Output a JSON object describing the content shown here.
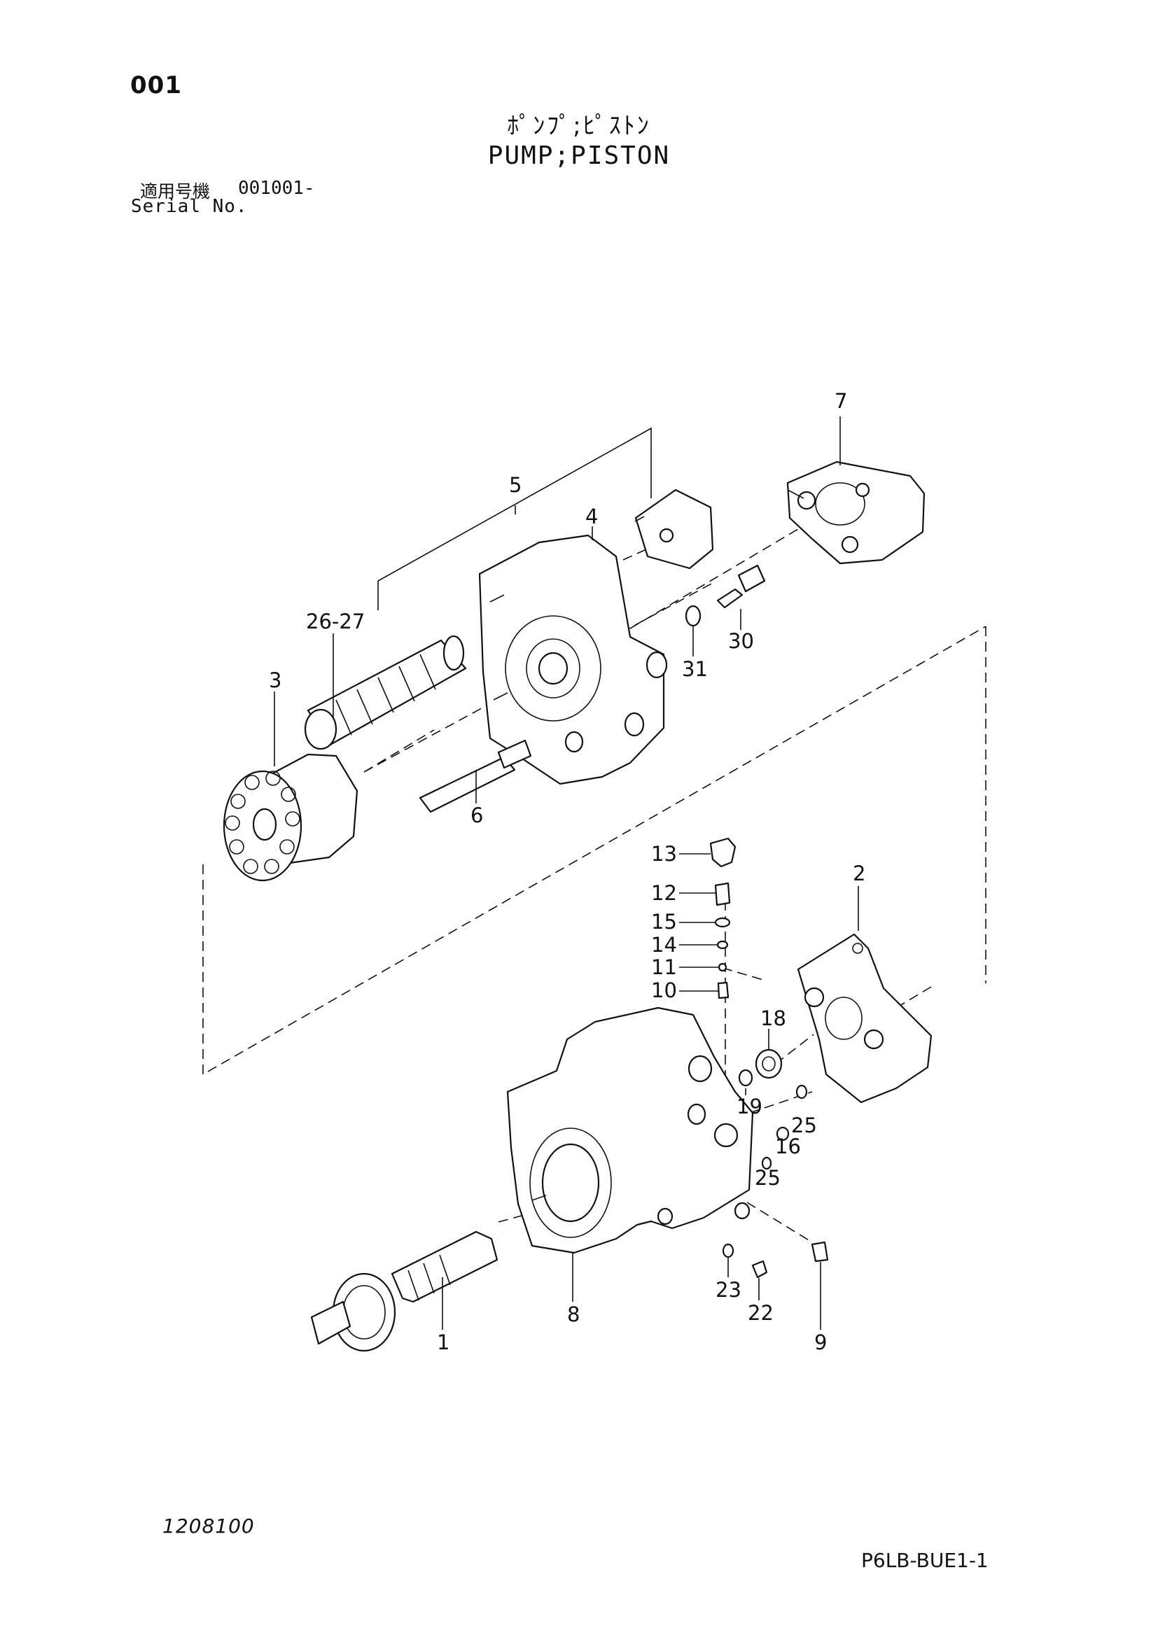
{
  "header": {
    "page_number": "001",
    "title_jp": "ﾎﾟﾝﾌﾟ;ﾋﾟｽﾄﾝ",
    "title_en": "PUMP;PISTON",
    "serial_label_jp": "適用号機",
    "serial_value": "001001-",
    "serial_label_en": "Serial No."
  },
  "callouts": [
    "1",
    "2",
    "3",
    "4",
    "5",
    "6",
    "7",
    "8",
    "9",
    "10",
    "11",
    "12",
    "13",
    "14",
    "15",
    "16",
    "18",
    "19",
    "22",
    "23",
    "25",
    "25",
    "26-27",
    "30",
    "31"
  ],
  "footer": {
    "drawing_number": "1208100",
    "page_code": "P6LB-BUE1-1"
  }
}
